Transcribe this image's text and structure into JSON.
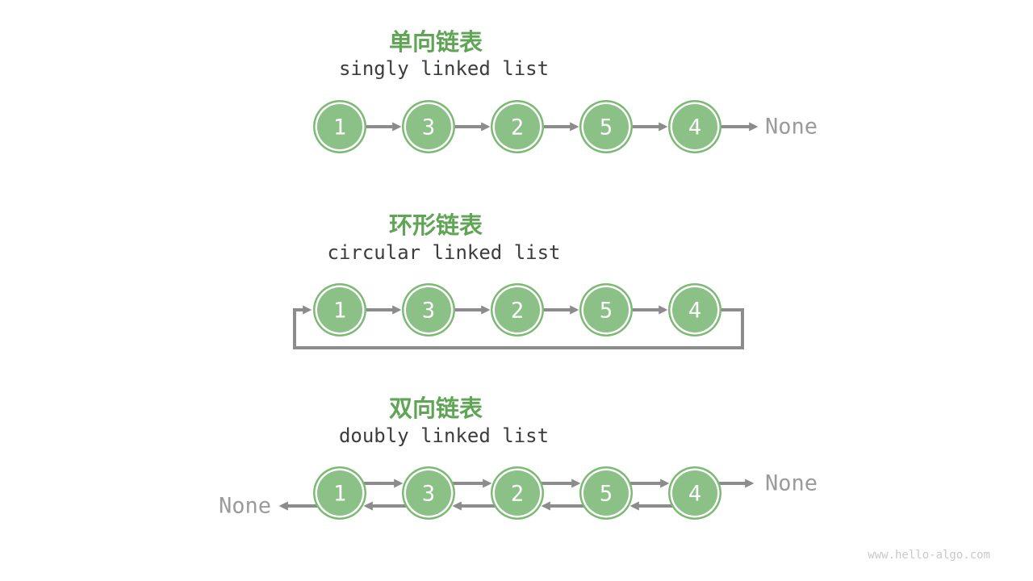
{
  "colors": {
    "title_green": "#5FA555",
    "node_fill": "#8BC186",
    "node_ring": "#7CBA74",
    "arrow_gray": "#8C8C8C",
    "subtitle_dark": "#3C3C3C",
    "none_gray": "#9B9B9B",
    "watermark_gray": "#C9C9C9"
  },
  "watermark": "www.hello-algo.com",
  "sections": [
    {
      "title": "单向链表",
      "subtitle": "singly linked list",
      "values": [
        "1",
        "3",
        "2",
        "5",
        "4"
      ],
      "tail_label": "None"
    },
    {
      "title": "环形链表",
      "subtitle": "circular linked list",
      "values": [
        "1",
        "3",
        "2",
        "5",
        "4"
      ]
    },
    {
      "title": "双向链表",
      "subtitle": "doubly linked list",
      "values": [
        "1",
        "3",
        "2",
        "5",
        "4"
      ],
      "tail_label": "None",
      "head_label": "None"
    }
  ]
}
